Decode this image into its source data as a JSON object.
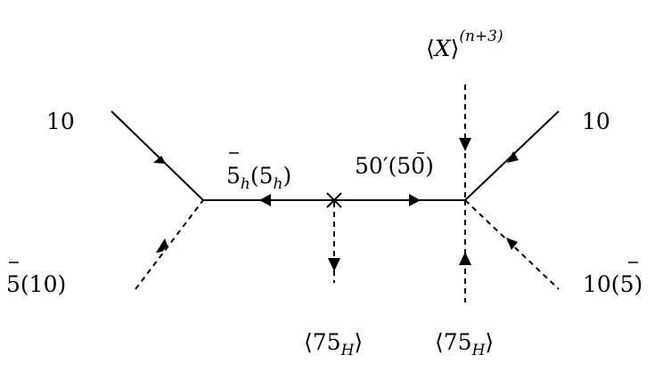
{
  "labels": {
    "top_left": "10",
    "bottom_left": {
      "bar5": "5",
      "paren": "(10)"
    },
    "top_right": "10",
    "bottom_right": {
      "prefix": "10(",
      "bar5": "5",
      "suffix": ")"
    },
    "left_propagator": {
      "bar5": "5",
      "sub1": "h",
      "mid": "(5",
      "sub2": "h",
      "close": ")"
    },
    "right_propagator": {
      "main": "50",
      "prime": "′",
      "open": "(",
      "bar5": "5",
      "zero": "0",
      "close": ")"
    },
    "top_vev": {
      "open": "⟨",
      "x": "X",
      "close": "⟩",
      "exp": "(n+3)"
    },
    "vev_left": {
      "open": "⟨75",
      "sub": "H",
      "close": "⟩"
    },
    "vev_right": {
      "open": "⟨75",
      "sub": "H",
      "close": "⟩"
    }
  }
}
